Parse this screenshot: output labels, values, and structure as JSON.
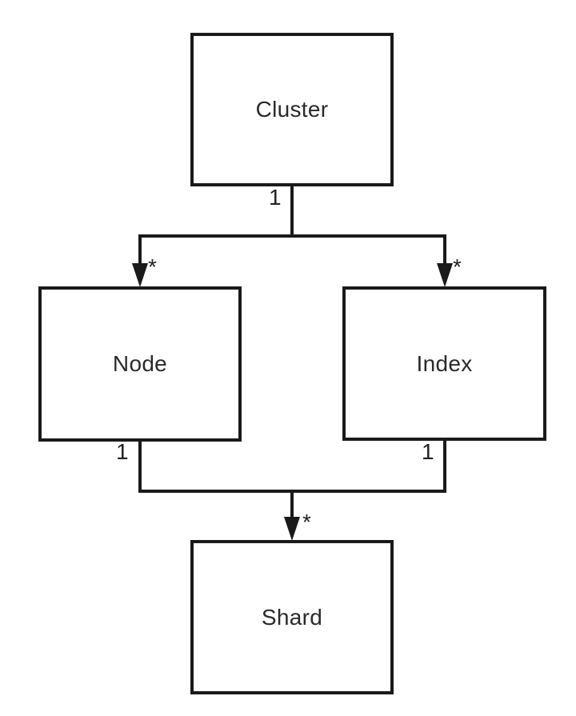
{
  "diagram": {
    "nodes": [
      {
        "id": "cluster",
        "label": "Cluster"
      },
      {
        "id": "node",
        "label": "Node"
      },
      {
        "id": "index",
        "label": "Index"
      },
      {
        "id": "shard",
        "label": "Shard"
      }
    ],
    "multiplicities": [
      {
        "id": "cluster-source",
        "text": "1"
      },
      {
        "id": "node-target",
        "text": "*"
      },
      {
        "id": "index-target",
        "text": "*"
      },
      {
        "id": "node-source",
        "text": "1"
      },
      {
        "id": "index-source",
        "text": "1"
      },
      {
        "id": "shard-target",
        "text": "*"
      }
    ],
    "edges": [
      {
        "from": "Cluster",
        "to": "Node",
        "source_multiplicity": "1",
        "target_multiplicity": "*"
      },
      {
        "from": "Cluster",
        "to": "Index",
        "source_multiplicity": "1",
        "target_multiplicity": "*"
      },
      {
        "from": "Node",
        "to": "Shard",
        "source_multiplicity": "1",
        "target_multiplicity": "*"
      },
      {
        "from": "Index",
        "to": "Shard",
        "source_multiplicity": "1",
        "target_multiplicity": "*"
      }
    ],
    "colors": {
      "line": "#1a1a1a",
      "text": "#2a2a2a",
      "background": "#ffffff",
      "box_fill": "#ffffff"
    }
  }
}
